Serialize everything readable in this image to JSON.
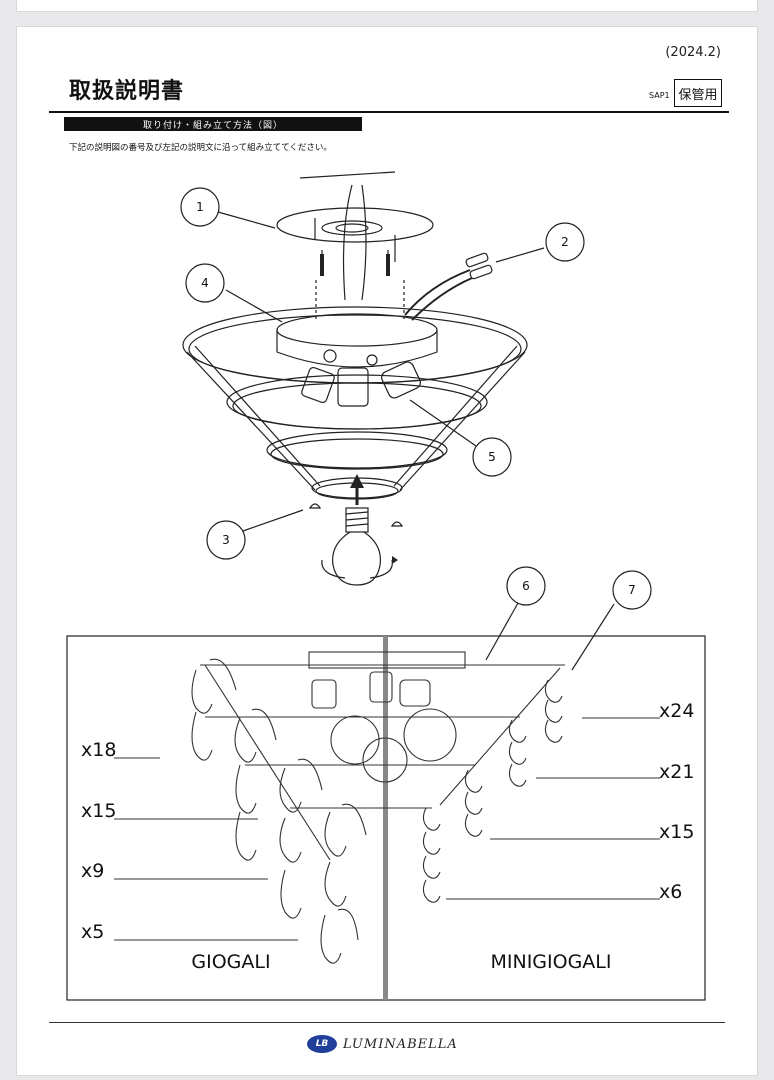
{
  "header": {
    "date": "(2024.2)",
    "title": "取扱説明書",
    "code": "SAP1",
    "keep": "保管用"
  },
  "section": {
    "bar": "取り付け・組み立て方法（図）",
    "instruction": "下記の説明図の番号及び左記の説明文に沿って組み立ててください。"
  },
  "callouts": [
    "1",
    "2",
    "3",
    "4",
    "5",
    "6",
    "7"
  ],
  "panel": {
    "left": {
      "name": "GIOGALI",
      "counts": [
        "x18",
        "x15",
        "x9",
        "x5"
      ]
    },
    "right": {
      "name": "MINIGIOGALI",
      "counts": [
        "x24",
        "x21",
        "x15",
        "x6"
      ]
    }
  },
  "footer": {
    "badge": "LB",
    "brand": "LUMINABELLA",
    "brand_color": "#1f3f9a"
  }
}
